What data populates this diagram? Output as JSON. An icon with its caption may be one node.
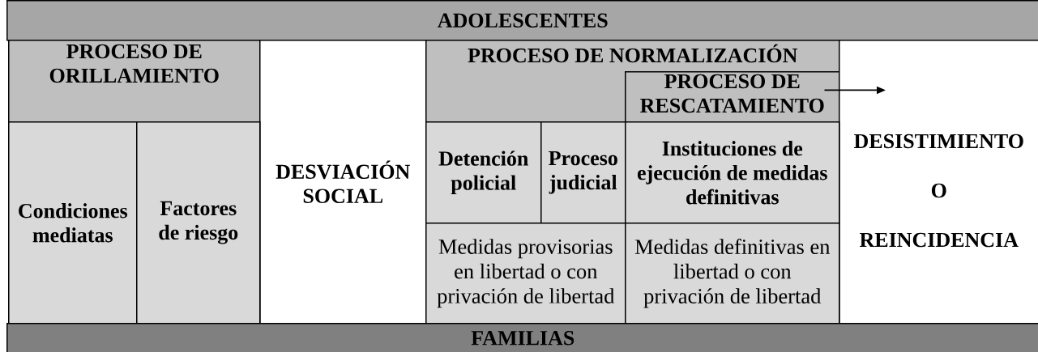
{
  "diagram": {
    "nodes": [
      {
        "text": [
          "ADOLESCENTES"
        ]
      },
      {
        "text": [
          "PROCESO DE ORILLAMIENTO"
        ]
      },
      {
        "text": [
          "DESVIACIÓN SOCIAL"
        ]
      },
      {
        "text": [
          "PROCESO DE NORMALIZACIÓN"
        ]
      },
      {
        "text": [
          "PROCESO DE RESCATAMIENTO"
        ],
        "in": 3
      },
      {
        "text": [
          "DESISTIMIENTO O REINCIDENCIA"
        ]
      },
      {
        "text": [
          "Condiciones mediatas"
        ]
      },
      {
        "text": [
          "Factores de riesgo"
        ]
      },
      {
        "text": [
          "Detención policial"
        ]
      },
      {
        "text": [
          "Proceso judicial"
        ]
      },
      {
        "text": [
          "Instituciones de ejecución de medidas definitivas"
        ]
      },
      {
        "text": [
          "Medidas provisorias en libertad o con privación de libertad"
        ]
      },
      {
        "text": [
          "Medidas definitivas en libertad o con privación de libertad"
        ]
      },
      {
        "text": [
          "FAMILIAS"
        ]
      }
    ],
    "edges": [
      {
        "from": 4,
        "to": 5,
        "arrow": "to"
      }
    ]
  }
}
